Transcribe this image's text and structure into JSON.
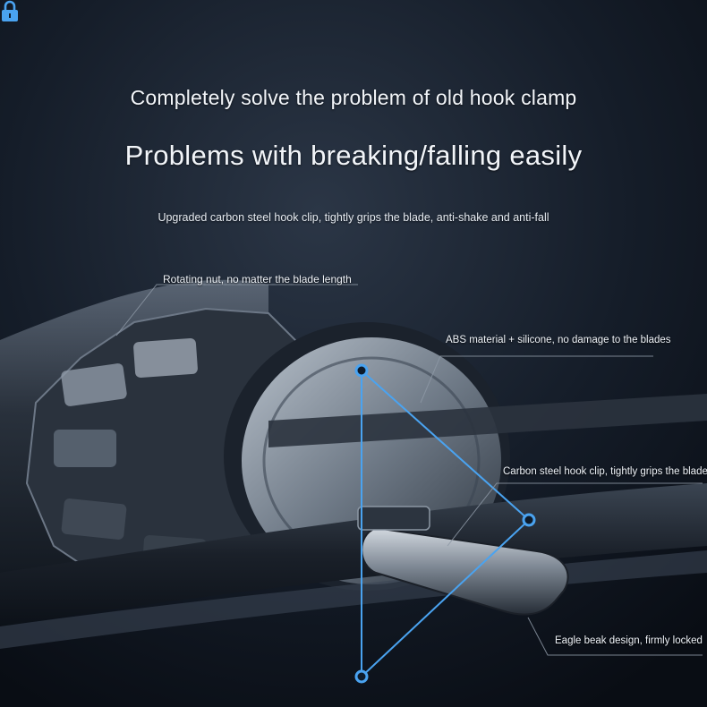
{
  "headline": {
    "line1": "Completely solve the problem of old hook clamp",
    "line2": "Problems with breaking/falling easily",
    "line3": "Upgraded carbon steel hook clip, tightly grips the blade, anti-shake and anti-fall"
  },
  "callouts": {
    "nut": "Rotating nut, no matter the blade length",
    "abs": "ABS material + silicone, no damage to the blades",
    "clip": "Carbon steel hook clip, tightly grips the blade",
    "beak": "Eagle beak design, firmly locked"
  },
  "icons": {
    "lock": "lock-icon",
    "nodes": "node-dot-icon"
  },
  "colors": {
    "accent": "#4aa3f0",
    "background": "#0f1622",
    "metal": "#8b97a6"
  }
}
